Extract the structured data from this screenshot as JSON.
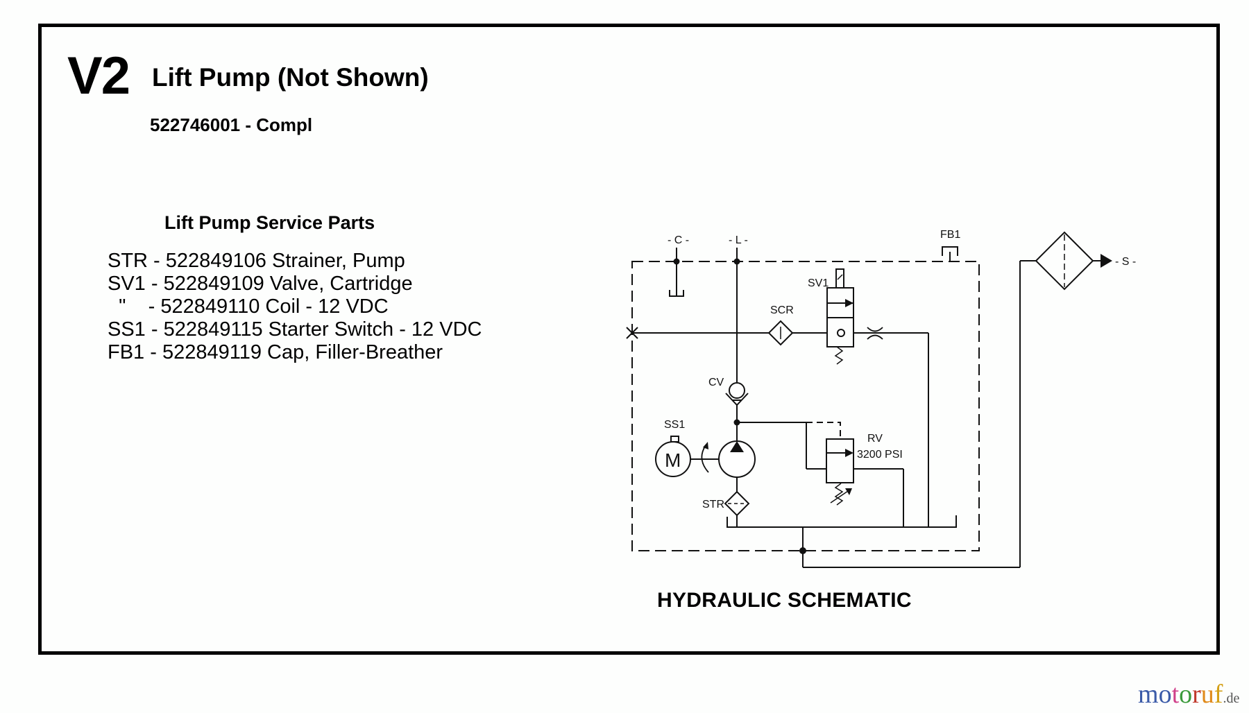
{
  "header": {
    "code": "V2",
    "title": "Lift Pump (Not Shown)",
    "subtitle": "522746001 - Compl"
  },
  "service_parts": {
    "heading": "Lift Pump Service Parts",
    "items": [
      {
        "text": "STR - 522849106 Strainer, Pump"
      },
      {
        "text": "SV1 - 522849109 Valve, Cartridge"
      },
      {
        "text": "  \"    - 522849110 Coil - 12 VDC"
      },
      {
        "text": "SS1 - 522849115 Starter Switch - 12 VDC"
      },
      {
        "text": "FB1 - 522849119 Cap, Filler-Breather"
      }
    ]
  },
  "schematic": {
    "title": "HYDRAULIC SCHEMATIC",
    "labels": {
      "port_c": "- C -",
      "port_l": "- L -",
      "port_s": "- S -",
      "fb1": "FB1",
      "sv1": "SV1",
      "scr": "SCR",
      "cv": "CV",
      "ss1": "SS1",
      "str": "STR",
      "rv": "RV",
      "rv_pressure": "3200 PSI",
      "motor": "M"
    }
  },
  "watermark": {
    "letters": [
      {
        "ch": "m",
        "color": "#3b5ba8"
      },
      {
        "ch": "o",
        "color": "#3b5ba8"
      },
      {
        "ch": "t",
        "color": "#d0408a"
      },
      {
        "ch": "o",
        "color": "#3a9a3a"
      },
      {
        "ch": "r",
        "color": "#c0392b"
      },
      {
        "ch": "u",
        "color": "#e08a1a"
      },
      {
        "ch": "f",
        "color": "#d4a017"
      }
    ],
    "suffix": ".de"
  }
}
